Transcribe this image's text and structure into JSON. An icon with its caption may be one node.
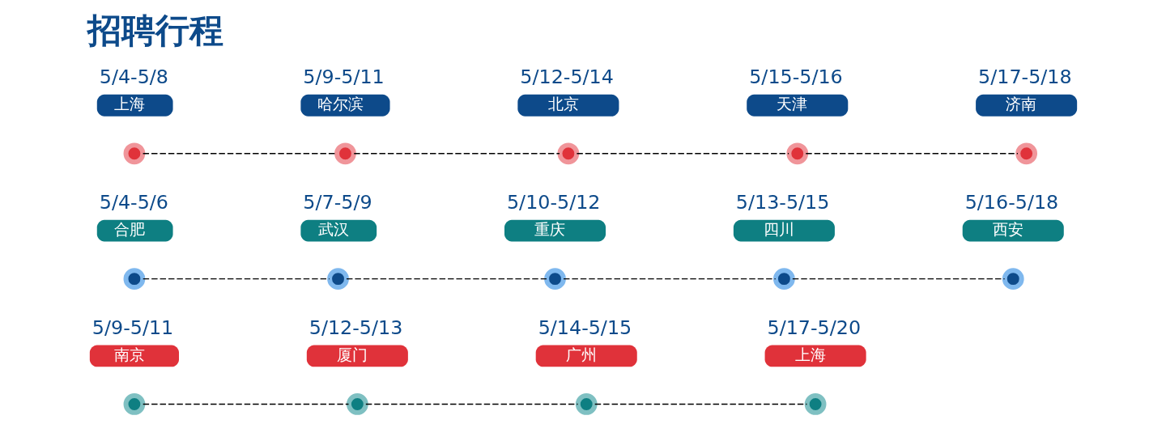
{
  "diagram": {
    "title": "招聘行程",
    "nodes": [
      {
        "text": [
          "上海"
        ],
        "beside": [
          "5/4-5/8"
        ]
      },
      {
        "text": [
          "哈尔滨"
        ],
        "beside": [
          "5/9-5/11"
        ]
      },
      {
        "text": [
          "北京"
        ],
        "beside": [
          "5/12-5/14"
        ]
      },
      {
        "text": [
          "天津"
        ],
        "beside": [
          "5/15-5/16"
        ]
      },
      {
        "text": [
          "济南"
        ],
        "beside": [
          "5/17-5/18"
        ]
      },
      {
        "text": [],
        "shape": "circle"
      },
      {
        "text": [],
        "shape": "circle"
      },
      {
        "text": [],
        "shape": "circle"
      },
      {
        "text": [],
        "shape": "circle"
      },
      {
        "text": [],
        "shape": "circle"
      },
      {
        "text": [
          "合肥"
        ],
        "beside": [
          "5/4-5/6"
        ]
      },
      {
        "text": [
          "武汉"
        ],
        "beside": [
          "5/7-5/9"
        ]
      },
      {
        "text": [
          "重庆"
        ],
        "beside": [
          "5/10-5/12"
        ]
      },
      {
        "text": [
          "四川"
        ],
        "beside": [
          "5/13-5/15"
        ]
      },
      {
        "text": [
          "西安"
        ],
        "beside": [
          "5/16-5/18"
        ]
      },
      {
        "text": [],
        "shape": "circle"
      },
      {
        "text": [],
        "shape": "circle"
      },
      {
        "text": [],
        "shape": "circle"
      },
      {
        "text": [],
        "shape": "circle"
      },
      {
        "text": [],
        "shape": "circle"
      },
      {
        "text": [
          "南京"
        ],
        "beside": [
          "5/9-5/11"
        ]
      },
      {
        "text": [
          "厦门"
        ],
        "beside": [
          "5/12-5/13"
        ]
      },
      {
        "text": [
          "广州"
        ],
        "beside": [
          "5/14-5/15"
        ]
      },
      {
        "text": [
          "上海"
        ],
        "beside": [
          "5/17-5/20"
        ]
      },
      {
        "text": [],
        "shape": "circle"
      },
      {
        "text": [],
        "shape": "circle"
      },
      {
        "text": [],
        "shape": "circle"
      },
      {
        "text": [],
        "shape": "circle"
      }
    ],
    "edges": [
      {
        "from": 5,
        "to": 6,
        "arrow": "none",
        "style": "dashed"
      },
      {
        "from": 6,
        "to": 7,
        "arrow": "none",
        "style": "dashed"
      },
      {
        "from": 7,
        "to": 8,
        "arrow": "none",
        "style": "dashed"
      },
      {
        "from": 8,
        "to": 9,
        "arrow": "none",
        "style": "dashed"
      },
      {
        "from": 15,
        "to": 16,
        "arrow": "none",
        "style": "dashed"
      },
      {
        "from": 16,
        "to": 17,
        "arrow": "none",
        "style": "dashed"
      },
      {
        "from": 17,
        "to": 18,
        "arrow": "none",
        "style": "dashed"
      },
      {
        "from": 18,
        "to": 19,
        "arrow": "none",
        "style": "dashed"
      },
      {
        "from": 24,
        "to": 25,
        "arrow": "none",
        "style": "dashed"
      },
      {
        "from": 25,
        "to": 26,
        "arrow": "none",
        "style": "dashed"
      },
      {
        "from": 26,
        "to": 27,
        "arrow": "none",
        "style": "dashed"
      }
    ]
  }
}
